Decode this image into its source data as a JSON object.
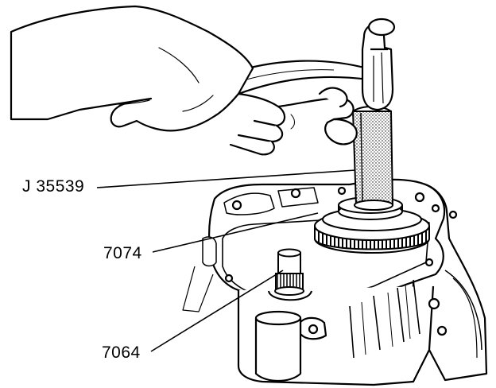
{
  "callouts": {
    "tool": "J 35539",
    "gear": "7074",
    "shaft": "7064"
  },
  "colors": {
    "ink": "#000000",
    "paper": "#ffffff",
    "tool_fill": "#d8d8d8"
  },
  "icons": [
    "hand-icon",
    "hammer-icon",
    "installer-tool-icon",
    "gear-icon",
    "transmission-case-icon",
    "shaft-icon"
  ]
}
